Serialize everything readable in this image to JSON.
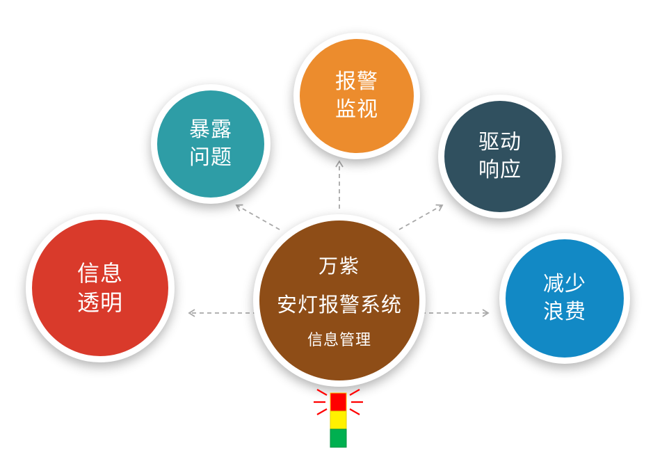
{
  "center": {
    "line1": "万紫",
    "line2": "安灯报警系统",
    "line3": "信息管理",
    "color": "#8E4D17"
  },
  "nodes": [
    {
      "name": "info-transparency",
      "label": "信息\n透明",
      "color": "#D93A2B"
    },
    {
      "name": "expose-problems",
      "label": "暴露\n问题",
      "color": "#2E9DA6"
    },
    {
      "name": "alarm-monitoring",
      "label": "报警\n监视",
      "color": "#EC8C2D"
    },
    {
      "name": "drive-response",
      "label": "驱动\n响应",
      "color": "#30505F"
    },
    {
      "name": "reduce-waste",
      "label": "减少\n浪费",
      "color": "#1289C5"
    }
  ],
  "arrows": {
    "color": "#A8A8A8"
  },
  "andon_light": {
    "red": "#FF0000",
    "yellow": "#FFF100",
    "green": "#00B050",
    "ray_color": "#FF0000"
  }
}
